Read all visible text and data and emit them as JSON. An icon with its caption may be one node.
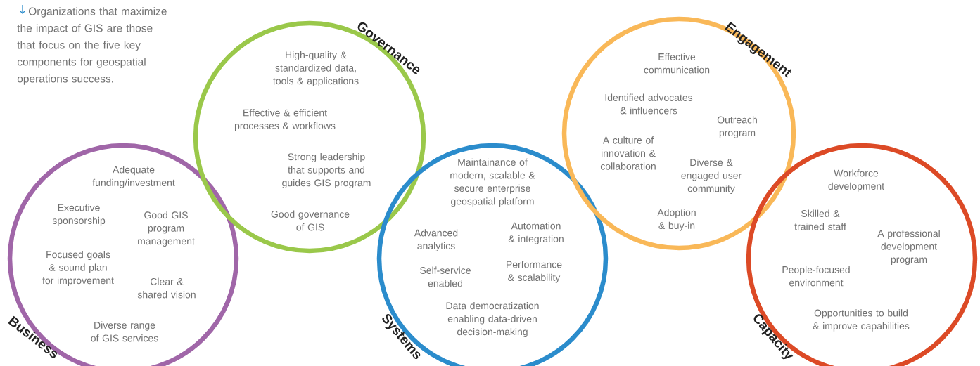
{
  "diagram": {
    "nodes": [
      {
        "text": [
          "Business",
          "Adequate funding/investment",
          "Executive sponsorship",
          "Good GIS program management",
          "Focused goals & sound plan for improvement",
          "Clear & shared vision",
          "Diverse range of GIS services"
        ]
      },
      {
        "text": [
          "Governance",
          "High-quality & standardized data, tools & applications",
          "Effective & efficient processes & workflows",
          "Strong leadership that supports and guides GIS program",
          "Good governance of GIS"
        ]
      },
      {
        "text": [
          "Systems",
          "Maintainance of modern, scalable & secure enterprise geospatial platform",
          "Advanced analytics",
          "Automation & integration",
          "Self-service enabled",
          "Performance & scalability",
          "Data democratization enabling data-driven decision-making"
        ]
      },
      {
        "text": [
          "Engagement",
          "Effective communication",
          "Identified advocates & influencers",
          "Outreach program",
          "A culture of innovation & collaboration",
          "Diverse & engaged user community",
          "Adoption & buy-in"
        ]
      },
      {
        "text": [
          "Capacity",
          "Workforce development",
          "Skilled & trained staff",
          "A professional development program",
          "People-focused environment",
          "Opportunities to build & improve capabilities"
        ]
      }
    ],
    "labels": [
      "Organizations that maximize the impact of GIS are those that focus on the five key components for geospatial operations success."
    ]
  }
}
